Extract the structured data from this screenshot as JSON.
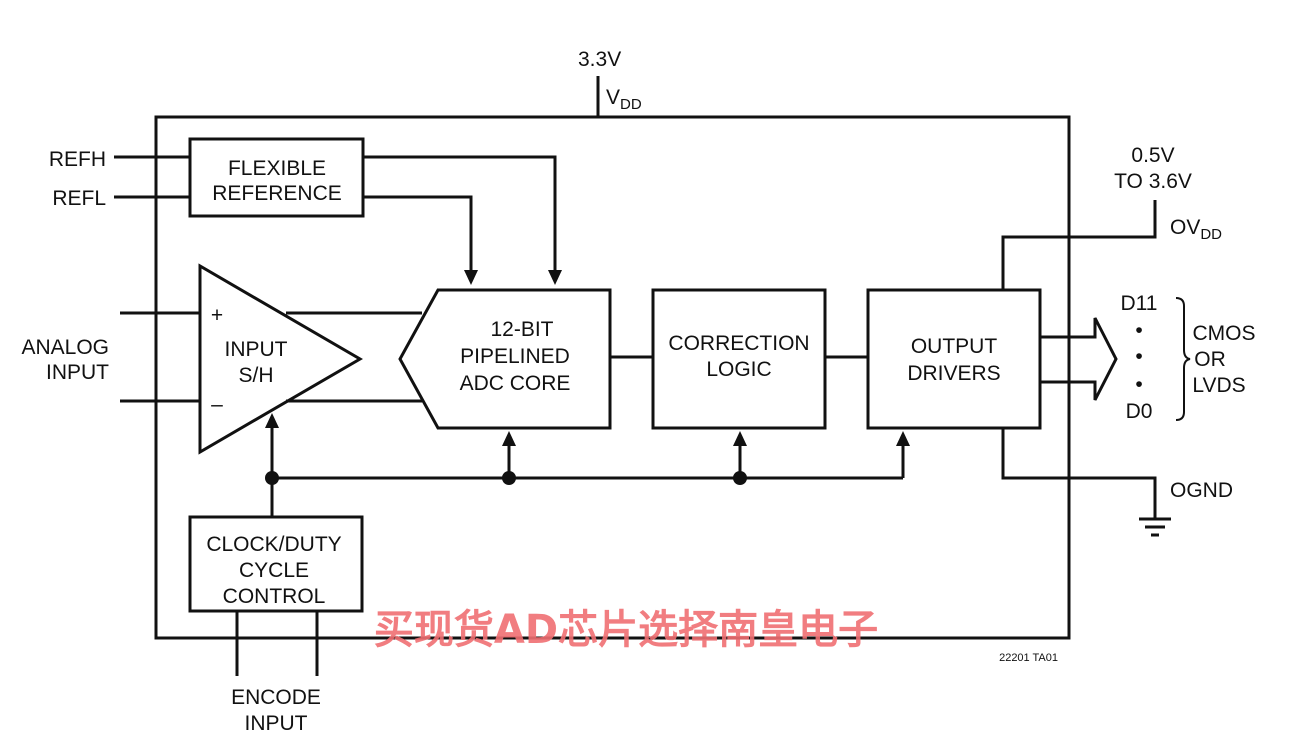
{
  "supply": {
    "voltage": "3.3V",
    "pin_main": "V",
    "pin_sub": "DD"
  },
  "ovdd_range": {
    "line1": "0.5V",
    "line2": "TO 3.6V"
  },
  "ovdd_pin": {
    "main": "OV",
    "sub": "DD"
  },
  "ognd_pin": "OGND",
  "refh": "REFH",
  "refl": "REFL",
  "analog_input": {
    "line1": "ANALOG",
    "line2": "INPUT"
  },
  "encode_input": {
    "line1": "ENCODE",
    "line2": "INPUT"
  },
  "blocks": {
    "flexible_reference": {
      "line1": "FLEXIBLE",
      "line2": "REFERENCE"
    },
    "input_sh": {
      "line1": "INPUT",
      "line2": "S/H",
      "plus": "+",
      "minus": "–"
    },
    "adc_core": {
      "line1": "12-BIT",
      "line2": "PIPELINED",
      "line3": "ADC CORE"
    },
    "correction_logic": {
      "line1": "CORRECTION",
      "line2": "LOGIC"
    },
    "output_drivers": {
      "line1": "OUTPUT",
      "line2": "DRIVERS"
    },
    "clock_duty": {
      "line1": "CLOCK/DUTY",
      "line2": "CYCLE",
      "line3": "CONTROL"
    }
  },
  "outputs": {
    "msb": "D11",
    "lsb": "D0",
    "dot": "•"
  },
  "output_type": {
    "line1": "CMOS",
    "line2": "OR",
    "line3": "LVDS"
  },
  "figure_id": "22201 TA01",
  "watermark": "买现货AD芯片选择南皇电子"
}
